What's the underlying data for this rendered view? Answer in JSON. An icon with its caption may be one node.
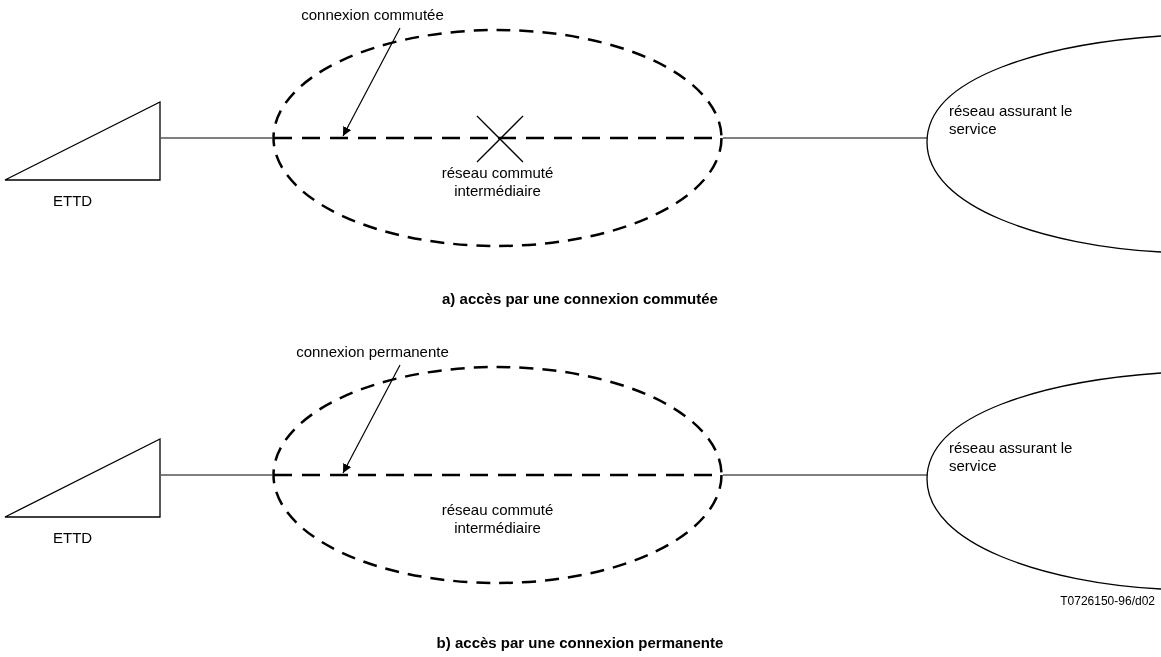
{
  "diagram": {
    "nodes": [
      {
        "text": [
          "ETTD"
        ]
      },
      {
        "text": [
          "réseau commuté intermédiaire"
        ]
      },
      {
        "text": [
          "réseau assurant le service"
        ]
      },
      {
        "text": [
          "connexion commutée"
        ]
      },
      {
        "text": [
          "ETTD"
        ]
      },
      {
        "text": [
          "réseau commuté intermédiaire"
        ]
      },
      {
        "text": [
          "réseau assurant le service"
        ]
      },
      {
        "text": [
          "connexion permanente"
        ]
      }
    ],
    "edges": [
      {
        "from": 0,
        "to": 1,
        "arrow": "none"
      },
      {
        "from": 1,
        "to": 2,
        "arrow": "none"
      },
      {
        "from": 3,
        "to": 1,
        "arrow": "to"
      },
      {
        "from": 4,
        "to": 5,
        "arrow": "none"
      },
      {
        "from": 5,
        "to": 6,
        "arrow": "none"
      },
      {
        "from": 7,
        "to": 5,
        "arrow": "to"
      }
    ],
    "labels": [
      "a) accès par une connexion commutée",
      "T0726150-96/d02",
      "b) accès par une connexion permanente"
    ]
  }
}
